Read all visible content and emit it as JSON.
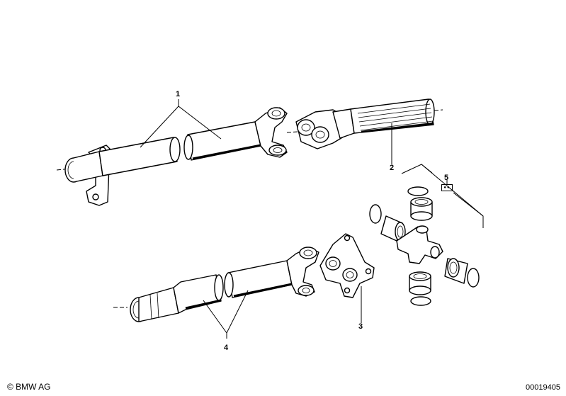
{
  "callouts": {
    "c1": "1",
    "c2": "2",
    "c3": "3",
    "c4": "4",
    "c5": "5"
  },
  "footer": {
    "copyright": "© BMW AG",
    "diagram_id": "00019405"
  },
  "icons": {
    "kit_symbol": "package-icon"
  }
}
